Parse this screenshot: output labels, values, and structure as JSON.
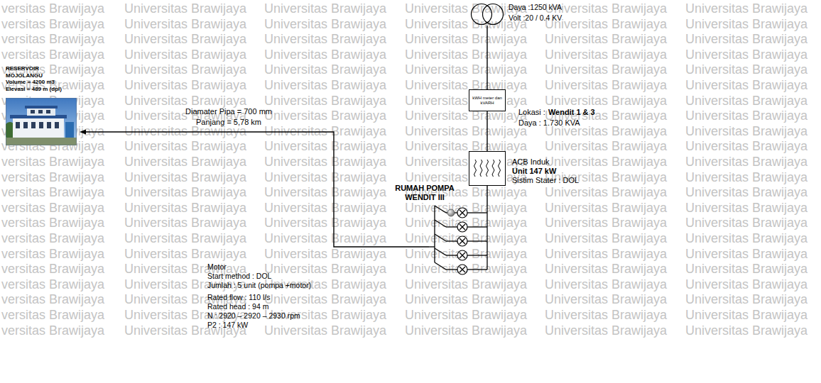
{
  "diagram": {
    "nodes": [
      {
        "text": [
          "RESERVOIR MOJOLANGU",
          "Volume = 4200 m3",
          "Elevasi = 489 m (dpl)"
        ]
      },
      {
        "text": [
          "Daya :1250 kVA",
          "Volt :20 / 0.4 KV"
        ]
      },
      {
        "text": [
          "kWH meter dan kVARH"
        ]
      },
      {
        "text": [
          "ACB Induk",
          "Unit 147 kW",
          "Sistim Stater : DOL"
        ]
      },
      {
        "text": [
          "RUMAH POMPA WENDIT III"
        ]
      }
    ],
    "edges": [
      {
        "from": 1,
        "to": 2,
        "arrow": "none"
      },
      {
        "from": 2,
        "to": 3,
        "arrow": "none"
      },
      {
        "from": 3,
        "to": 4,
        "arrow": "none"
      },
      {
        "from": 4,
        "to": 0,
        "arrow": "to",
        "label": "Diamater Pipa = 700 mm"
      }
    ],
    "labels": [
      "Lokasi :",
      "Wendit 1 & 3",
      "Daya : 1.730 KVA",
      "Panjang = 5,78 km",
      "Motor",
      "Start method : DOL",
      "Jumlah : 5 unit (pompa +motor)",
      "Rated flow : 110 l/s",
      "Rated head : 94 m",
      "N : 2920 – 2920 – 2930 rpm",
      "P2 : 147 kW",
      "versitas Brawijaya",
      "Universitas Brawijaya",
      "Universitas Brawijaya",
      "Universitas Brawijaya",
      "Universitas Brawijaya",
      "Universitas Brawijaya",
      "versitas Brawijaya",
      "Universitas Brawijaya",
      "Universitas Brawijaya",
      "Universitas Brawijaya",
      "Universitas Brawijaya",
      "Universitas Brawijaya",
      "versitas Brawijaya",
      "Universitas Brawijaya",
      "Universitas Brawijaya",
      "Universitas Brawijaya",
      "Universitas Brawijaya",
      "Universitas Brawijaya",
      "versitas Brawijaya",
      "Universitas Brawijaya",
      "Universitas Brawijaya",
      "Universitas Brawijaya",
      "Universitas Brawijaya",
      "Universitas Brawijaya",
      "versitas Brawijaya",
      "Universitas Brawijaya",
      "Universitas Brawijaya",
      "Universitas Brawijaya",
      "Universitas Brawijaya",
      "Universitas Brawijaya",
      "versitas Brawijaya",
      "Universitas Brawijaya",
      "Universitas Brawijaya",
      "Universitas Brawijaya",
      "Universitas Brawijaya",
      "Universitas Brawijaya",
      "versitas Brawijaya",
      "Universitas Brawijaya",
      "Universitas Brawijaya",
      "Universitas Brawijaya",
      "Universitas Brawijaya",
      "Universitas Brawijaya",
      "versitas Brawijaya",
      "Universitas Brawijaya",
      "Universitas Brawijaya",
      "Universitas Brawijaya",
      "Universitas Brawijaya",
      "Universitas Brawijaya",
      "versitas Brawijaya",
      "Universitas Brawijaya",
      "Universitas Brawijaya",
      "Universitas Brawijaya",
      "Universitas Brawijaya",
      "Universitas Brawijaya",
      "versitas Brawijaya",
      "Universitas Brawijaya",
      "Universitas Brawijaya",
      "Universitas Brawijaya",
      "Universitas Brawijaya",
      "Universitas Brawijaya",
      "versitas Brawijaya",
      "Universitas Brawijaya",
      "Universitas Brawijaya",
      "Universitas Brawijaya",
      "Universitas Brawijaya",
      "Universitas Brawijaya",
      "versitas Brawijaya",
      "Universitas Brawijaya",
      "Universitas Brawijaya",
      "Universitas Brawijaya",
      "Universitas Brawijaya",
      "Universitas Brawijaya",
      "versitas Brawijaya",
      "Universitas Brawijaya",
      "Universitas Brawijaya",
      "Universitas Brawijaya",
      "Universitas Brawijaya",
      "Universitas Brawijaya",
      "versitas Brawijaya",
      "Universitas Brawijaya",
      "Universitas Brawijaya",
      "Universitas Brawijaya",
      "Universitas Brawijaya",
      "Universitas Brawijaya",
      "versitas Brawijaya",
      "Universitas Brawijaya",
      "Universitas Brawijaya",
      "Universitas Brawijaya",
      "Universitas Brawijaya",
      "Universitas Brawijaya",
      "versitas Brawijaya",
      "Universitas Brawijaya",
      "Universitas Brawijaya",
      "Universitas Brawijaya",
      "Universitas Brawijaya",
      "Universitas Brawijaya",
      "versitas Brawijaya",
      "Universitas Brawijaya",
      "Universitas Brawijaya",
      "Universitas Brawijaya",
      "Universitas Brawijaya",
      "Universitas Brawijaya",
      "versitas Brawijaya",
      "Universitas Brawijaya",
      "Universitas Brawijaya",
      "Universitas Brawijaya",
      "Universitas Brawijaya",
      "Universitas Brawijaya",
      "versitas Brawijaya",
      "Universitas Brawijaya",
      "Universitas Brawijaya",
      "Universitas Brawijaya",
      "Universitas Brawijaya",
      "Universitas Brawijaya",
      "versitas Brawijaya",
      "Universitas Brawijaya",
      "Universitas Brawijaya",
      "Universitas Brawijaya",
      "Universitas Brawijaya",
      "Universitas Brawijaya",
      "versitas Brawijaya",
      "Universitas Brawijaya",
      "Universitas Brawijaya",
      "Universitas Brawijaya",
      "Universitas Brawijaya",
      "Universitas Brawijaya",
      "versitas Brawijaya",
      "Universitas Brawijaya",
      "Universitas Brawijaya",
      "Universitas Brawijaya",
      "Universitas Brawijaya",
      "Universitas Brawijaya"
    ]
  }
}
